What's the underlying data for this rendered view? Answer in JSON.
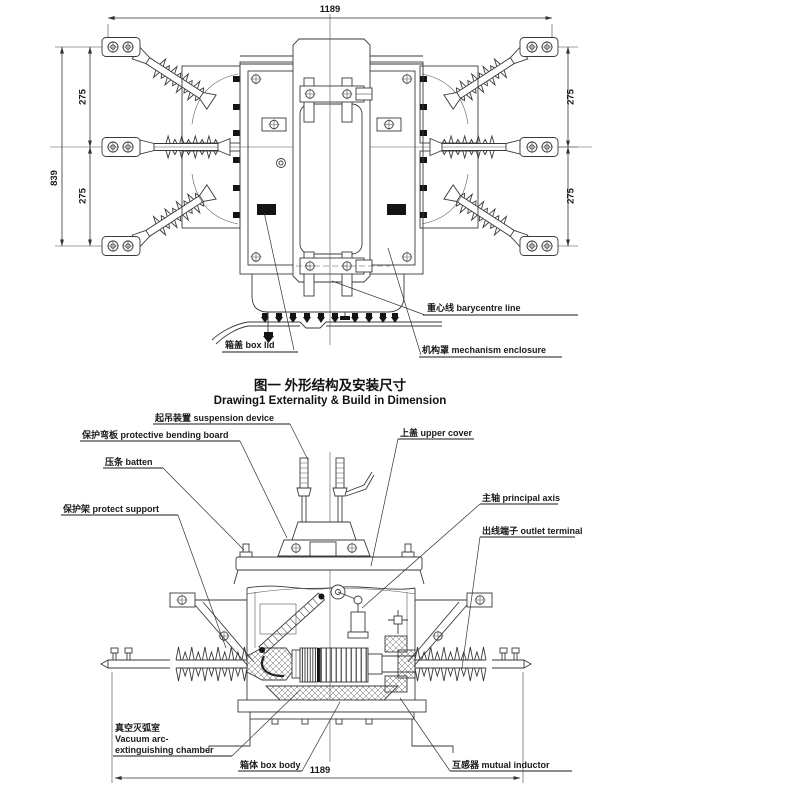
{
  "figure1": {
    "caption": {
      "zh": "图一 外形结构及安装尺寸",
      "en": "Drawing1 Externality & Build in Dimension"
    },
    "dimensions": {
      "overall_width": "1189",
      "overall_height": "839",
      "phase_spacing": "275"
    },
    "labels": {
      "barycentre_line": "重心线 barycentre line",
      "box_lid": "箱盖 box lid",
      "mechanism_enclosure": "机构罩 mechanism enclosure"
    }
  },
  "figure2": {
    "dimensions": {
      "overall_width": "1189"
    },
    "labels": {
      "suspension_device": "起吊装置 suspension device",
      "protective_bending_board": "保护弯板 protective bending board",
      "upper_cover": "上盖 upper cover",
      "batten": "压条 batten",
      "protect_support": "保护架 protect support",
      "principal_axis": "主轴 principal axis",
      "outlet_terminal": "出线端子 outlet terminal",
      "vacuum_chamber_zh": "真空灭弧室",
      "vacuum_chamber_en1": "Vacuum arc-",
      "vacuum_chamber_en2": "extinguishing chamber",
      "box_body": "箱体 box body",
      "mutual_inductor": "互感器 mutual inductor"
    }
  }
}
